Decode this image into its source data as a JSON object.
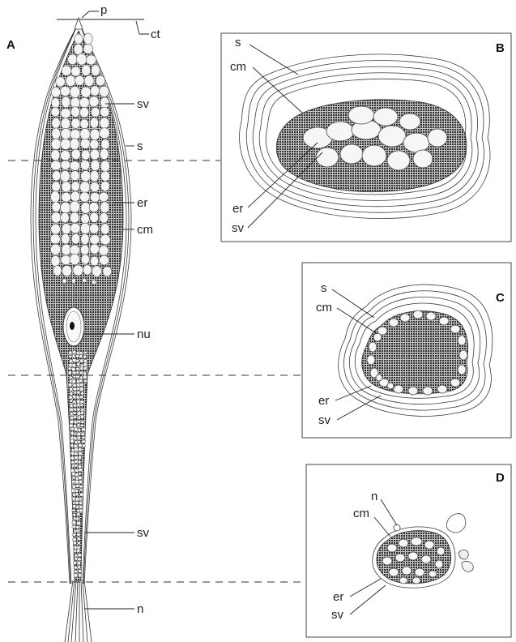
{
  "panels": {
    "A": {
      "letter": "A",
      "labels": {
        "p": "p",
        "ct": "ct",
        "sv_top": "sv",
        "s": "s",
        "er": "er",
        "cm": "cm",
        "nu": "nu",
        "sv_bottom": "sv",
        "n": "n"
      }
    },
    "B": {
      "letter": "B",
      "labels": {
        "s": "s",
        "cm": "cm",
        "er": "er",
        "sv": "sv"
      }
    },
    "C": {
      "letter": "C",
      "labels": {
        "s": "s",
        "cm": "cm",
        "er": "er",
        "sv": "sv"
      }
    },
    "D": {
      "letter": "D",
      "labels": {
        "n": "n",
        "cm": "cm",
        "er": "er",
        "sv": "sv"
      }
    }
  },
  "colors": {
    "cytoplasm_stipple": "#3d3d3d",
    "vesicle_fill": "#f4f4f4",
    "line": "#222222"
  }
}
